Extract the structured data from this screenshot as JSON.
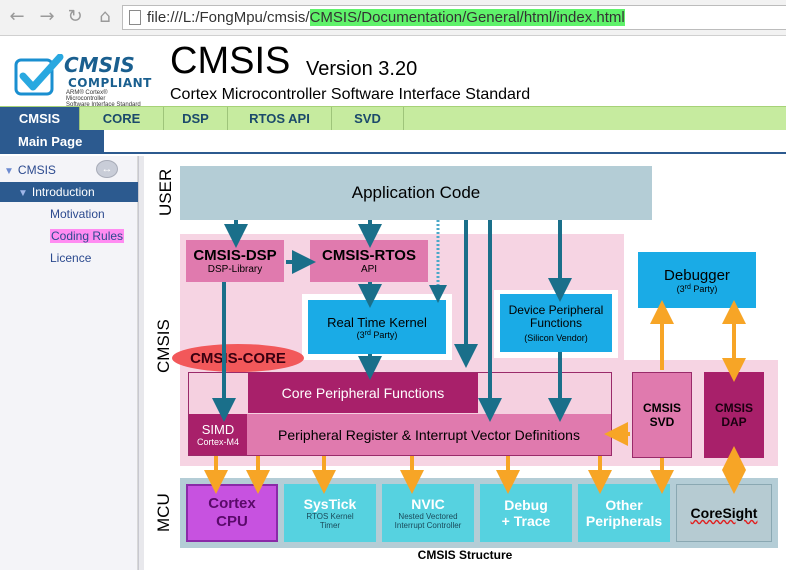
{
  "browser": {
    "back_icon": "back-arrow-icon",
    "forward_icon": "forward-arrow-icon",
    "reload_icon": "reload-icon",
    "home_icon": "home-icon",
    "url_prefix": "file:///L:/FongMpu/cmsis/",
    "url_hl1": "CMSIS/Documentation/General/html/",
    "url_hl2": "index.html"
  },
  "header": {
    "logo_title": "CMSIS",
    "logo_sub": "COMPLIANT",
    "logo_small1": "ARM® Cortex® Microcontroller",
    "logo_small2": "Software Interface Standard",
    "project_name": "CMSIS",
    "project_version": "Version 3.20",
    "project_brief": "Cortex Microcontroller Software Interface Standard"
  },
  "tabs": [
    {
      "label": "CMSIS"
    },
    {
      "label": "CORE"
    },
    {
      "label": "DSP"
    },
    {
      "label": "RTOS API"
    },
    {
      "label": "SVD"
    }
  ],
  "subtab": "Main Page",
  "nav": {
    "root": "CMSIS",
    "section": "Introduction",
    "items": [
      "Motivation",
      "Coding Rules",
      "Licence"
    ]
  },
  "diagram": {
    "layer_user": "USER",
    "layer_cmsis": "CMSIS",
    "layer_mcu": "MCU",
    "app_code": "Application Code",
    "dsp_title": "CMSIS-DSP",
    "dsp_sub": "DSP-Library",
    "rtos_title": "CMSIS-RTOS",
    "rtos_sub": "API",
    "rtk_title": "Real Time Kernel",
    "rtk_sub_a": "(3",
    "rtk_sup": "rd",
    "rtk_sub_b": " Party)",
    "dpf_title1": "Device Peripheral",
    "dpf_title2": "Functions",
    "dpf_sub": "(Silicon Vendor)",
    "dbg_title": "Debugger",
    "dbg_sub_a": "(3",
    "dbg_sup": "rd",
    "dbg_sub_b": " Party)",
    "core_label": "CMSIS-CORE",
    "cpf": "Core Peripheral Functions",
    "simd_title": "SIMD",
    "simd_sub": "Cortex-M4",
    "preg": "Peripheral Register & Interrupt Vector Definitions",
    "svd_1": "CMSIS",
    "svd_2": "SVD",
    "dap_1": "CMSIS",
    "dap_2": "DAP",
    "mcu_cpu_1": "Cortex",
    "mcu_cpu_2": "CPU",
    "mcu_systick": "SysTick",
    "mcu_systick_sub1": "RTOS Kernel",
    "mcu_systick_sub2": "Timer",
    "mcu_nvic": "NVIC",
    "mcu_nvic_sub1": "Nested Vectored",
    "mcu_nvic_sub2": "Interrupt Controller",
    "mcu_debug_1": "Debug",
    "mcu_debug_2": "+ Trace",
    "mcu_other_1": "Other",
    "mcu_other_2": "Peripherals",
    "mcu_coresight": "CoreSight",
    "caption": "CMSIS Structure"
  },
  "colors": {
    "tab_bar": "#c6eb9f",
    "tab_active": "#2c5a8f",
    "app_code_bg": "#b4cdd6",
    "cmsis_bg": "#f6d4e3",
    "dark_magenta": "#a8206a",
    "light_magenta": "#e07aae",
    "cyan_box": "#1aabe6",
    "mcu_box": "#56d2e0",
    "cpu_box": "#c752e0",
    "coresight_box": "#b6cbd2",
    "arrow_teal": "#1a6f8a",
    "arrow_orange": "#f7a526"
  }
}
